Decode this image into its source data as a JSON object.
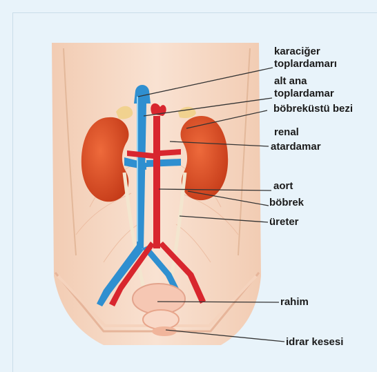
{
  "labels": {
    "hepatic_vein_line1": "karaciğer",
    "hepatic_vein_line2": "toplardamarı",
    "vena_cava_line1": "alt ana",
    "vena_cava_line2": "toplardamar",
    "adrenal_gland": "böbreküstü bezi",
    "renal_artery_line1": "renal",
    "renal_artery_line2": "atardamar",
    "aorta": "aort",
    "kidney": "böbrek",
    "ureter": "üreter",
    "uterus": "rahim",
    "bladder": "idrar kesesi"
  },
  "colors": {
    "background": "#e8f3fa",
    "skin": "#f6d9c4",
    "kidney": "#d9451f",
    "vein": "#2f8fd0",
    "artery": "#d8262e",
    "ureter": "#f1e3c9",
    "leader_line": "#333333"
  }
}
